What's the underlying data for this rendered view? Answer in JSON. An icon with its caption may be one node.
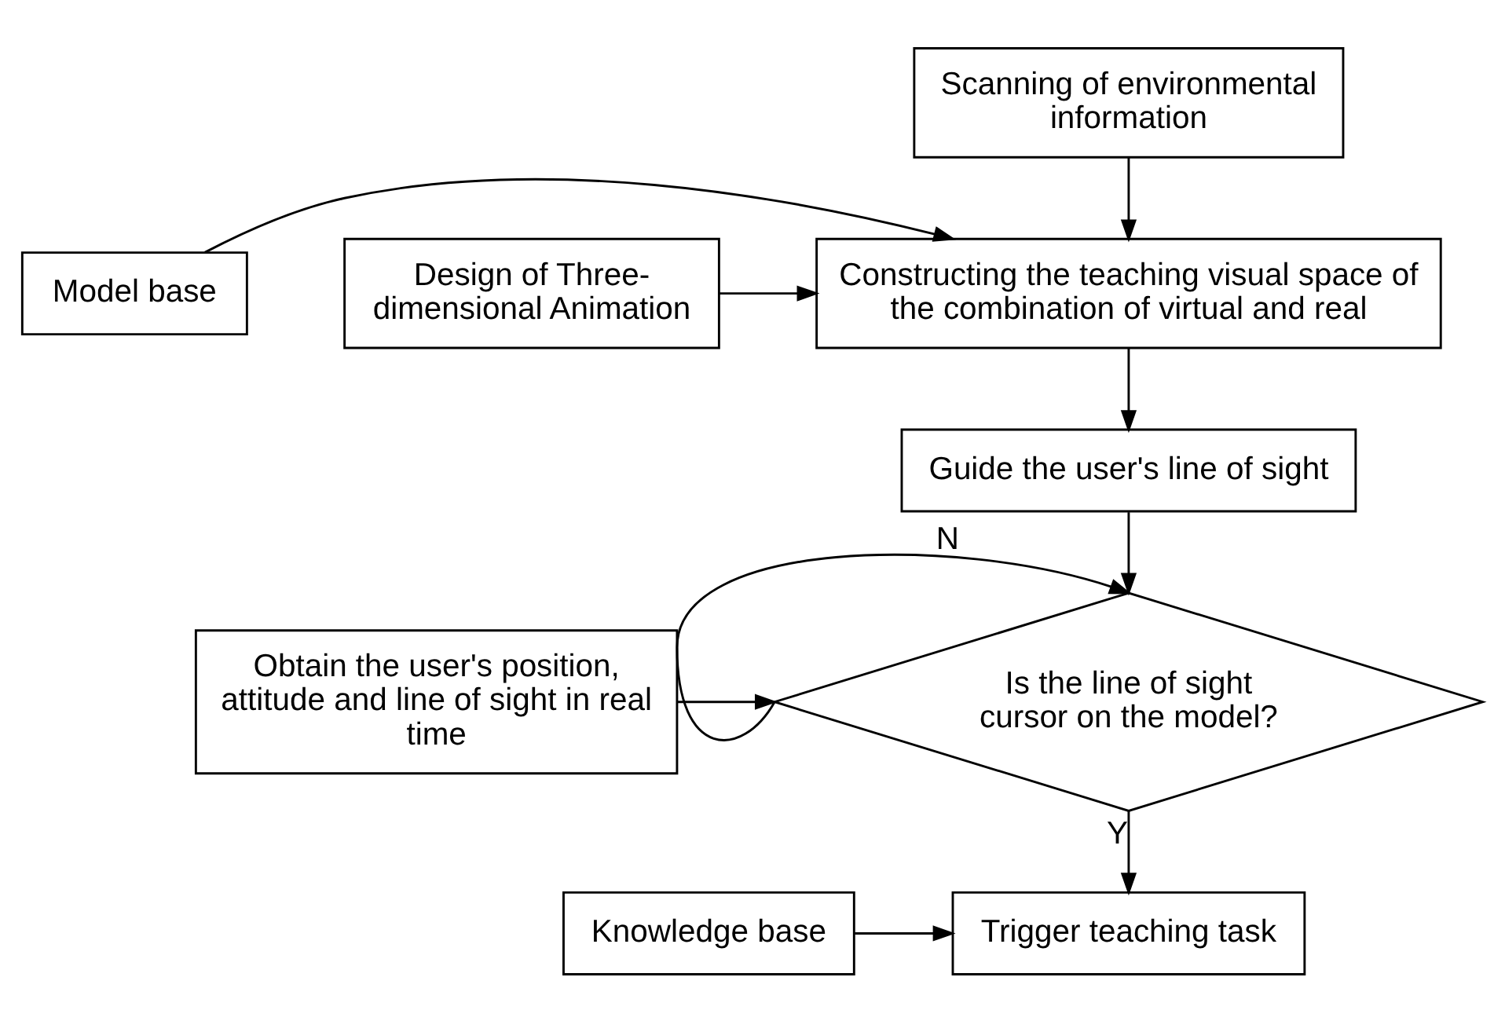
{
  "diagram": {
    "nodes": [
      {
        "text": [
          "Scanning of environmental information"
        ]
      },
      {
        "text": [
          "Model base"
        ]
      },
      {
        "text": [
          "Constructing the teaching visual space of the combination of virtual and real"
        ]
      },
      {
        "text": [
          "Design of Three-dimensional Animation"
        ]
      },
      {
        "text": [
          "Guide the user's line of sight"
        ]
      },
      {
        "text": [
          "Is the line of sight cursor on the model?"
        ]
      },
      {
        "text": [
          "Obtain the user's position, attitude and line of sight in real time"
        ]
      },
      {
        "text": [
          "Knowledge base"
        ]
      },
      {
        "text": [
          "Trigger teaching task"
        ]
      }
    ],
    "edges": [
      {
        "from": 0,
        "to": 2,
        "arrow": "to"
      },
      {
        "from": 1,
        "to": 2,
        "arrow": "to"
      },
      {
        "from": 3,
        "to": 2,
        "arrow": "to"
      },
      {
        "from": 2,
        "to": 4,
        "arrow": "to"
      },
      {
        "from": 4,
        "to": 5,
        "arrow": "to"
      },
      {
        "from": 5,
        "to": 5,
        "arrow": "to",
        "label": "N"
      },
      {
        "from": 6,
        "to": 5,
        "arrow": "to"
      },
      {
        "from": 5,
        "to": 8,
        "arrow": "to",
        "label": "Y"
      },
      {
        "from": 7,
        "to": 8,
        "arrow": "to"
      }
    ]
  }
}
